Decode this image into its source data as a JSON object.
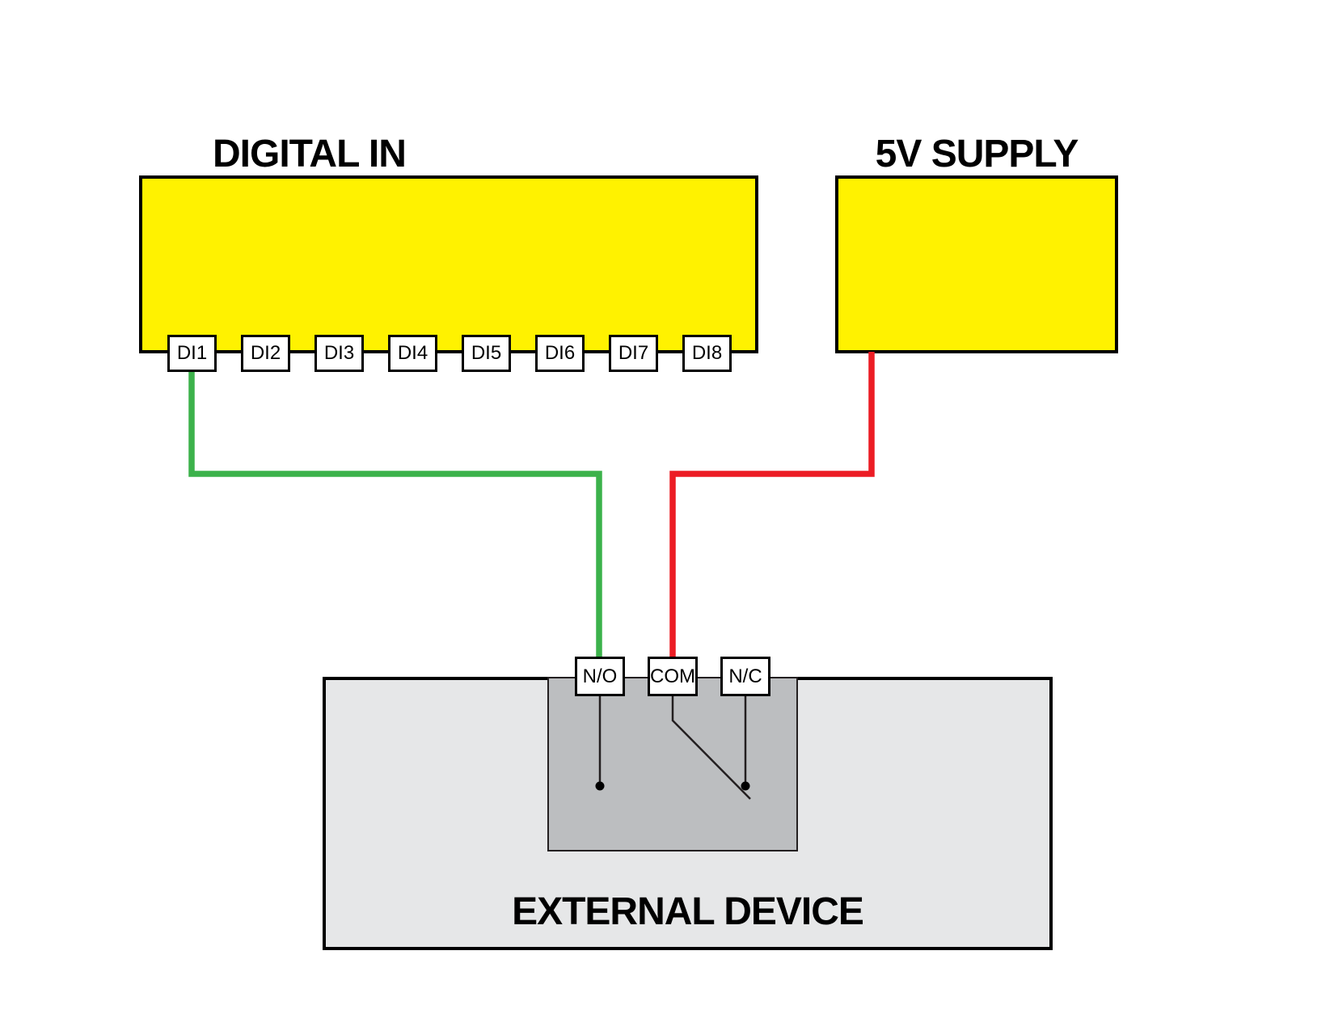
{
  "colors": {
    "box_yellow": "#FFF200",
    "device_gray": "#E6E7E8",
    "relay_gray": "#BCBEC0",
    "wire_green": "#3CB24B",
    "wire_red": "#EC1C24",
    "outline_black": "#000000"
  },
  "digital_in": {
    "title": "DIGITAL IN",
    "terminals": [
      "DI1",
      "DI2",
      "DI3",
      "DI4",
      "DI5",
      "DI6",
      "DI7",
      "DI8"
    ]
  },
  "supply": {
    "title": "5V SUPPLY"
  },
  "external_device": {
    "title": "EXTERNAL DEVICE",
    "relay_terminals": [
      "N/O",
      "COM",
      "N/C"
    ]
  },
  "wires": [
    {
      "name": "green-wire",
      "from": "DI1",
      "to": "N/O",
      "color": "#3CB24B"
    },
    {
      "name": "red-wire",
      "from": "5V SUPPLY",
      "to": "COM",
      "color": "#EC1C24"
    }
  ]
}
